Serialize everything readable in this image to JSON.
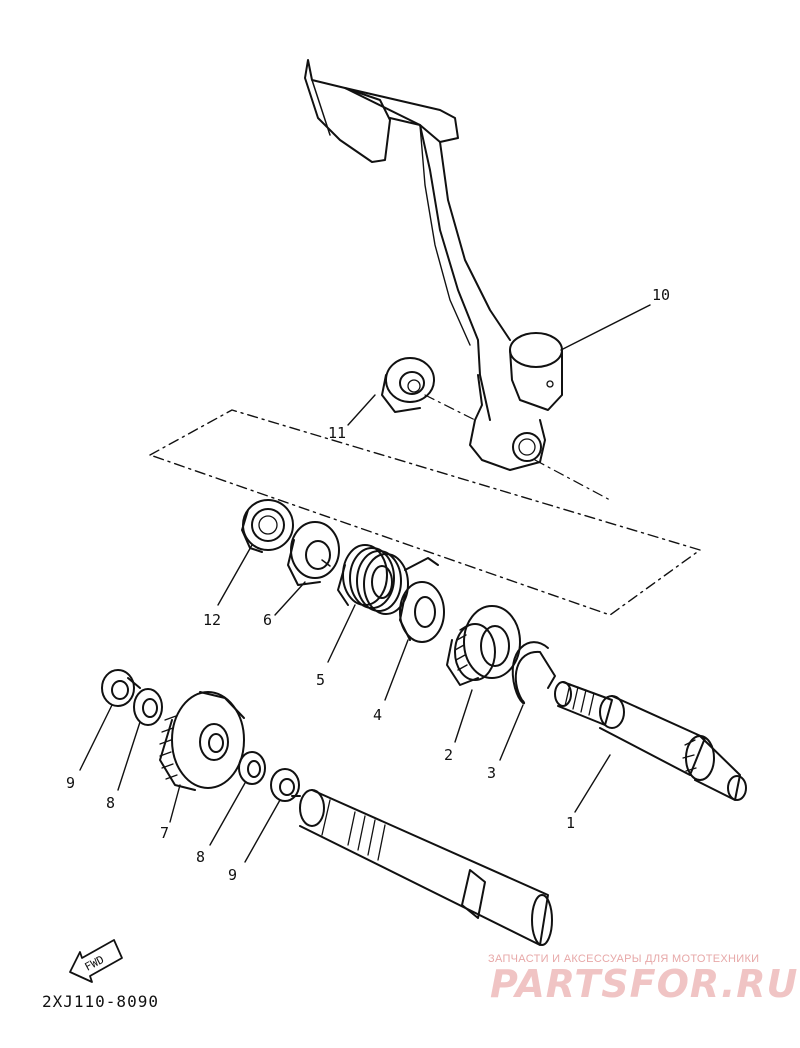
{
  "diagram": {
    "drawing_code": "2XJ110-8090",
    "direction_label": "FWD",
    "callouts": [
      {
        "id": "1",
        "text": "1"
      },
      {
        "id": "2",
        "text": "2"
      },
      {
        "id": "3",
        "text": "3"
      },
      {
        "id": "4",
        "text": "4"
      },
      {
        "id": "5",
        "text": "5"
      },
      {
        "id": "6",
        "text": "6"
      },
      {
        "id": "7",
        "text": "7"
      },
      {
        "id": "8a",
        "text": "8"
      },
      {
        "id": "8b",
        "text": "8"
      },
      {
        "id": "9a",
        "text": "9"
      },
      {
        "id": "9b",
        "text": "9"
      },
      {
        "id": "10",
        "text": "10"
      },
      {
        "id": "11",
        "text": "11"
      },
      {
        "id": "12",
        "text": "12"
      }
    ]
  },
  "watermark": {
    "tagline": "ЗАПЧАСТИ И АКСЕССУАРЫ ДЛЯ МОТОТЕХНИКИ",
    "logo_text": "PARTSFOR.RU",
    "color": "#f0c4c4"
  }
}
